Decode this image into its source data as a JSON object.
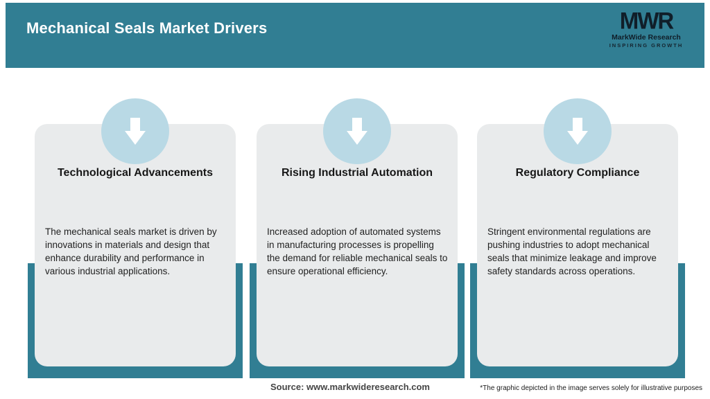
{
  "header": {
    "title": "Mechanical Seals Market Drivers",
    "logo": {
      "monogram": "MWR",
      "name": "MarkWide Research",
      "tagline": "INSPIRING GROWTH"
    }
  },
  "cards": [
    {
      "icon": "arrow-down-icon",
      "title": "Technological Advancements",
      "description": "The mechanical seals market is driven by innovations in materials and design that enhance durability and performance in various industrial applications."
    },
    {
      "icon": "arrow-down-icon",
      "title": "Rising Industrial Automation",
      "description": "Increased adoption of automated systems in manufacturing processes is propelling the demand for reliable mechanical seals to ensure operational efficiency."
    },
    {
      "icon": "arrow-down-icon",
      "title": "Regulatory Compliance",
      "description": "Stringent environmental regulations are pushing industries to adopt mechanical seals that minimize leakage and improve safety standards across operations."
    }
  ],
  "footer": {
    "source": "Source: www.markwideresearch.com",
    "disclaimer": "*The graphic depicted in the image serves solely for illustrative purposes"
  },
  "colors": {
    "teal": "#317e93",
    "card_bg": "#e9ebec",
    "circle_blue": "#b9d9e5",
    "logo_dark": "#101e29"
  }
}
